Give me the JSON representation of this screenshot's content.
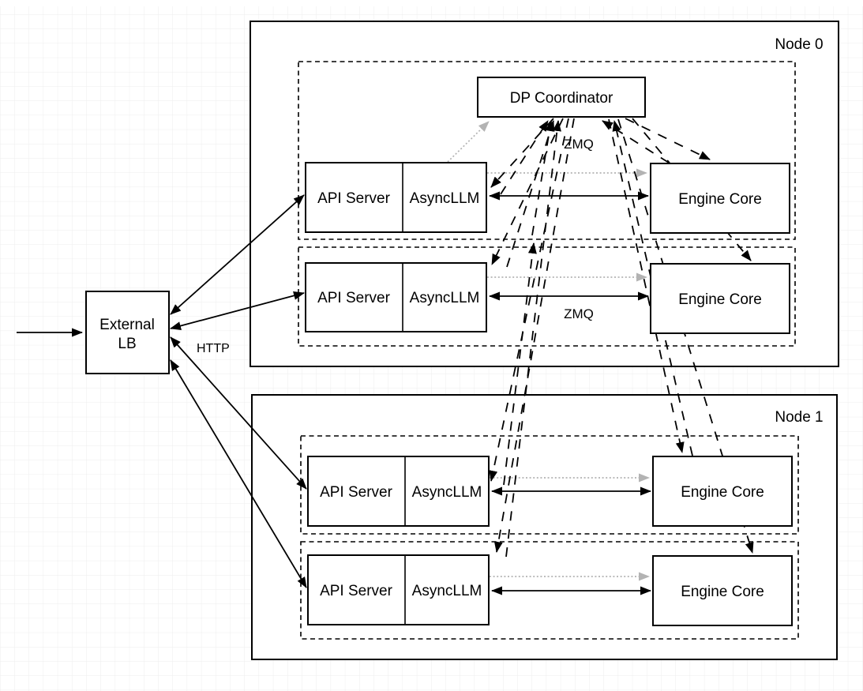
{
  "diagram_title": "data-parallel-deployment-architecture",
  "colors": {
    "line": "#000000",
    "muted_arrow": "#b3b3b3",
    "box_fill": "#ffffff",
    "grid": "#ededed"
  },
  "labels": {
    "http": "HTTP",
    "zmq": "ZMQ"
  },
  "external_lb": {
    "line1": "External",
    "line2": "LB"
  },
  "nodes": [
    {
      "title": "Node 0",
      "coordinator_label": "DP Coordinator",
      "rows": [
        {
          "api_server": "API Server",
          "async_llm": "AsyncLLM",
          "engine_core": "Engine Core"
        },
        {
          "api_server": "API Server",
          "async_llm": "AsyncLLM",
          "engine_core": "Engine Core"
        }
      ]
    },
    {
      "title": "Node 1",
      "rows": [
        {
          "api_server": "API Server",
          "async_llm": "AsyncLLM",
          "engine_core": "Engine Core"
        },
        {
          "api_server": "API Server",
          "async_llm": "AsyncLLM",
          "engine_core": "Engine Core"
        }
      ]
    }
  ]
}
